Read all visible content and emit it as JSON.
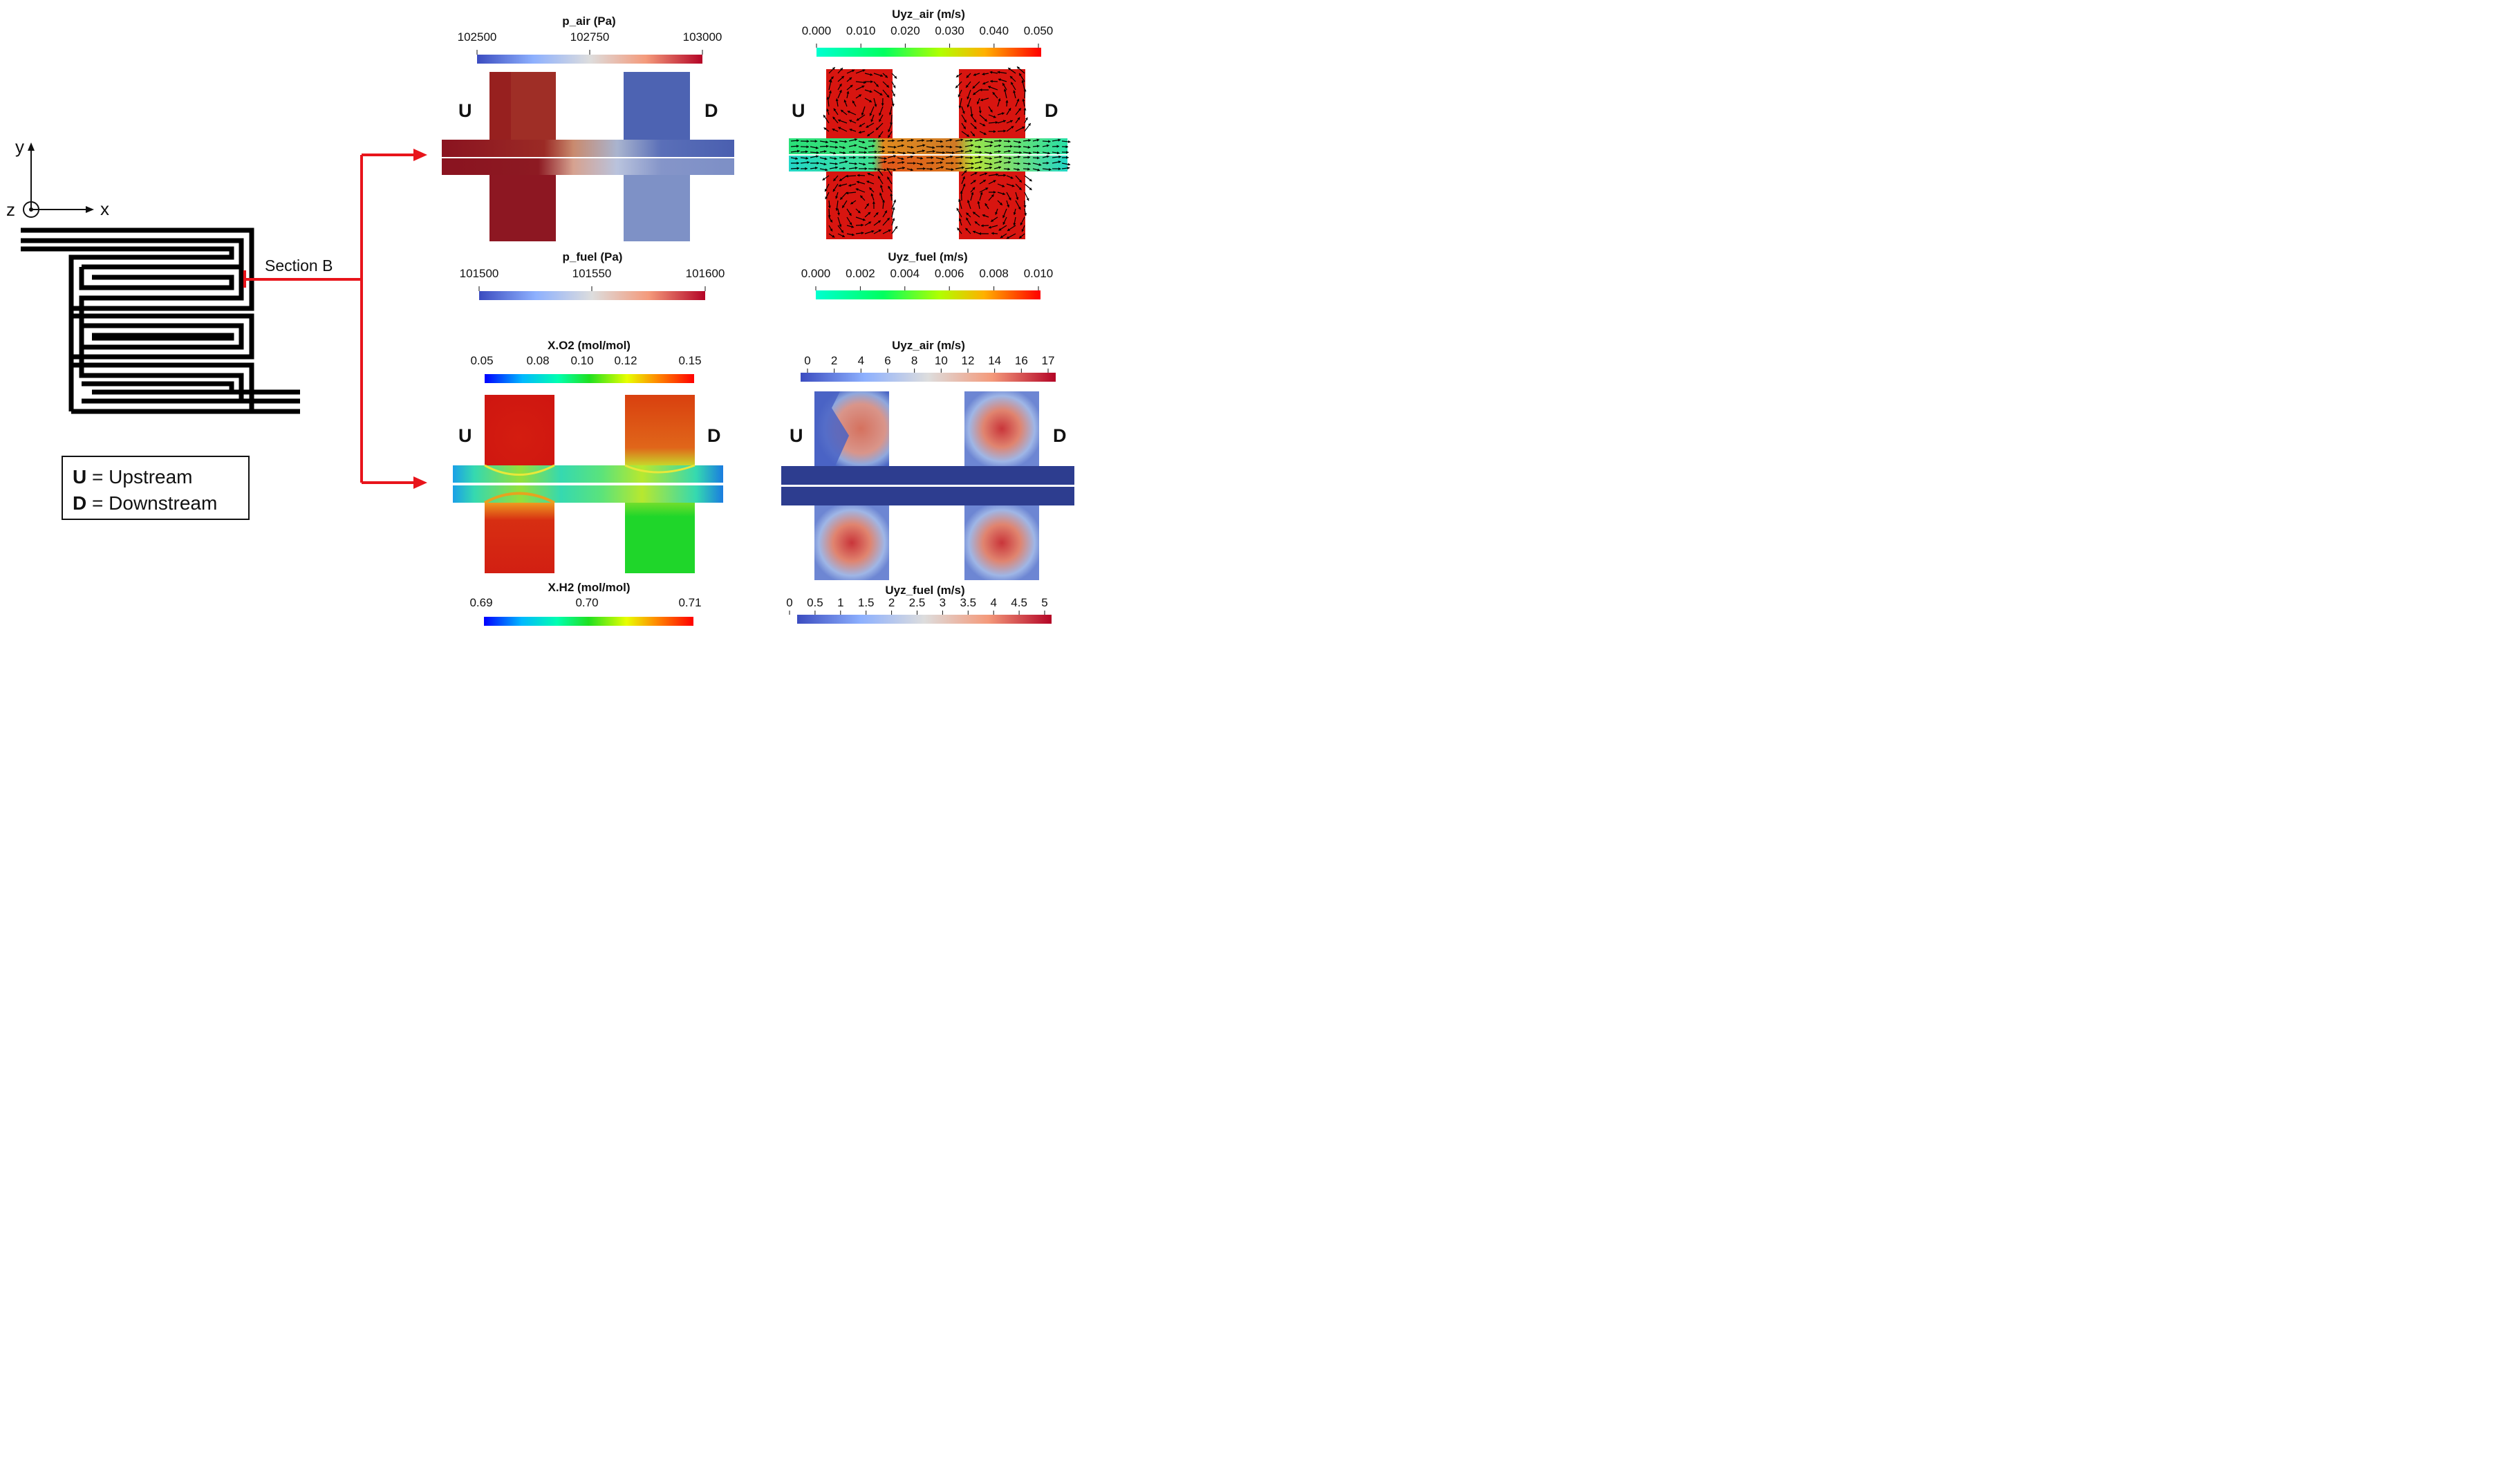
{
  "axes": {
    "y": "y",
    "x": "x",
    "z": "z"
  },
  "section_label": "Section B",
  "legend": {
    "u_key": "U",
    "u_text": " = Upstream",
    "d_key": "D",
    "d_text": " = Downstream"
  },
  "side_labels": {
    "up": "U",
    "down": "D"
  },
  "panels": {
    "pressure": {
      "top_title": "p_air (Pa)",
      "top_ticks": [
        "102500",
        "102750",
        "103000"
      ],
      "bottom_title": "p_fuel (Pa)",
      "bottom_ticks": [
        "101500",
        "101550",
        "101600"
      ],
      "colormap": "coolwarm"
    },
    "velocity_vectors": {
      "top_title": "Uyz_air (m/s)",
      "top_ticks": [
        "0.000",
        "0.010",
        "0.020",
        "0.030",
        "0.040",
        "0.050"
      ],
      "bottom_title": "Uyz_fuel (m/s)",
      "bottom_ticks": [
        "0.000",
        "0.002",
        "0.004",
        "0.006",
        "0.008",
        "0.010"
      ],
      "colormap": "rainbow"
    },
    "species": {
      "top_title": "X.O2 (mol/mol)",
      "top_ticks": [
        "0.05",
        "0.08",
        "0.10",
        "0.12",
        "0.15"
      ],
      "bottom_title": "X.H2 (mol/mol)",
      "bottom_ticks": [
        "0.69",
        "0.70",
        "0.71"
      ],
      "colormap": "rainbow"
    },
    "velocity_magnitude": {
      "top_title": "Uyz_air (m/s)",
      "top_ticks": [
        "0",
        "2",
        "4",
        "6",
        "8",
        "10",
        "12",
        "14",
        "16",
        "17"
      ],
      "bottom_title": "Uyz_fuel (m/s)",
      "bottom_ticks": [
        "0",
        "0.5",
        "1",
        "1.5",
        "2",
        "2.5",
        "3",
        "3.5",
        "4",
        "4.5",
        "5"
      ],
      "colormap": "coolwarm"
    }
  },
  "colors": {
    "arrow": "#e8141b",
    "serpentine": "#000000"
  }
}
